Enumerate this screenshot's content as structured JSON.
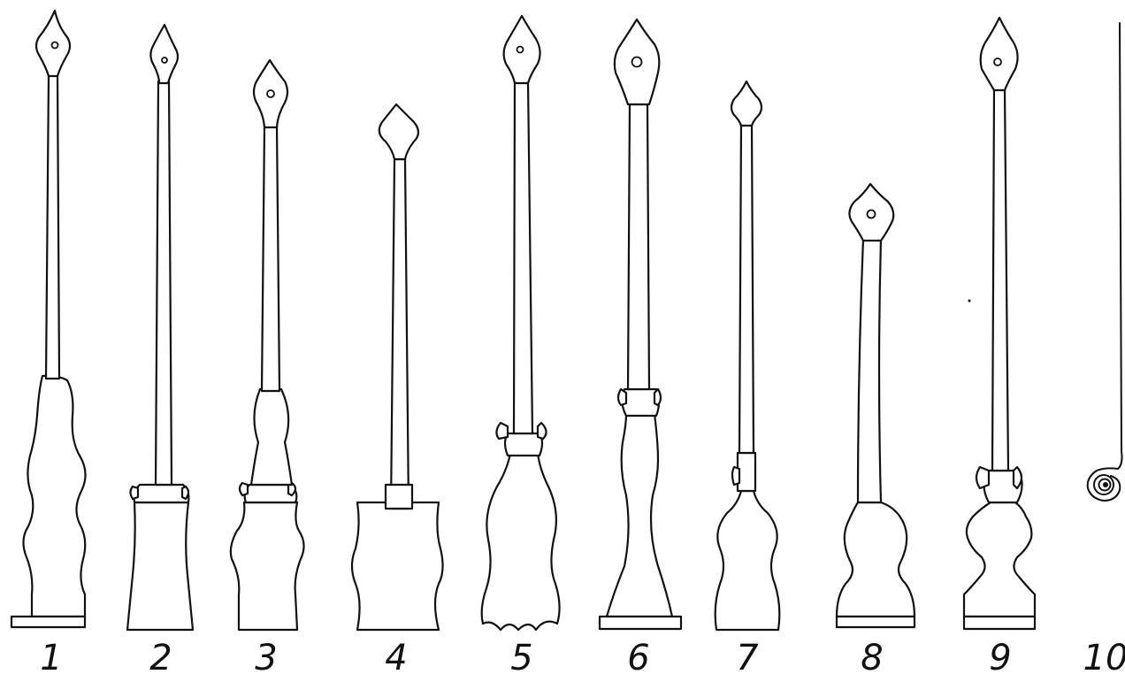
{
  "figures": [
    {
      "label": "1"
    },
    {
      "label": "2"
    },
    {
      "label": "3"
    },
    {
      "label": "4"
    },
    {
      "label": "5"
    },
    {
      "label": "6"
    },
    {
      "label": "7"
    },
    {
      "label": "8"
    },
    {
      "label": "9"
    },
    {
      "label": "10"
    }
  ],
  "colors": {
    "ink": "#111111",
    "paper": "#ffffff"
  }
}
